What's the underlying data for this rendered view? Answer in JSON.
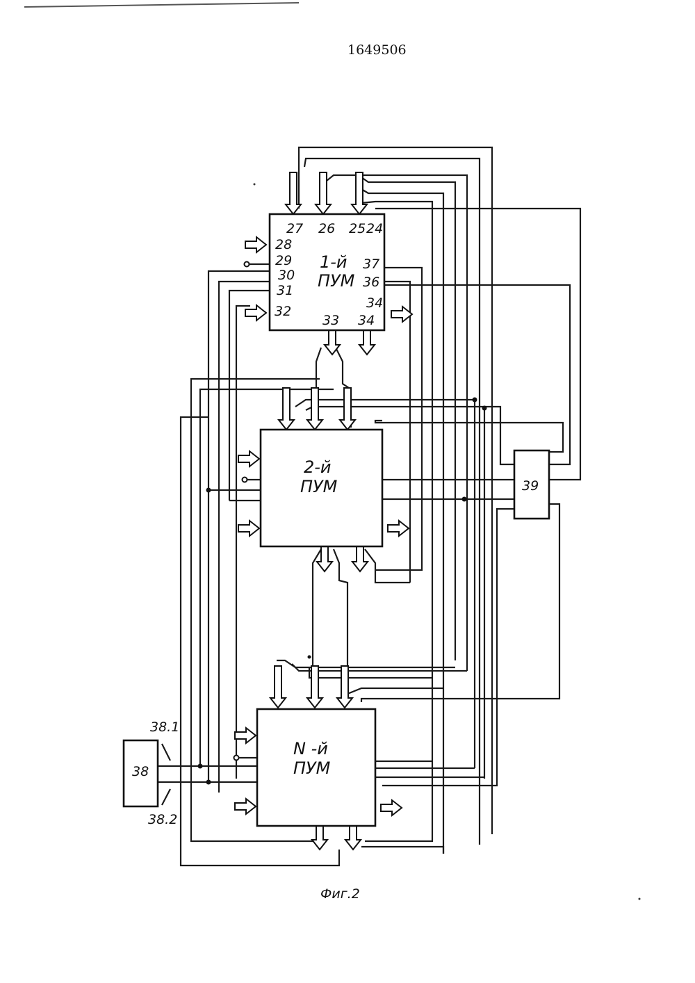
{
  "header": {
    "patent_number": "1649506"
  },
  "blocks": {
    "pum1": {
      "title": "1-й",
      "subtitle": "ПУМ"
    },
    "pum2": {
      "title": "2-й",
      "subtitle": "ПУМ"
    },
    "pumN": {
      "title": "N -й",
      "subtitle": "ПУМ"
    },
    "b38": {
      "label": "38"
    },
    "b39": {
      "label": "39"
    }
  },
  "pins": {
    "p27": "27",
    "p26": "26",
    "p25": "25",
    "p24": "24",
    "p28": "28",
    "p29": "29",
    "p30": "30",
    "p31": "31",
    "p32": "32",
    "p37": "37",
    "p36": "36",
    "p34a": "34",
    "p33": "33",
    "p34b": "34"
  },
  "outputs": {
    "o381": "38.1",
    "o382": "38.2"
  },
  "caption": "Фиг.2"
}
